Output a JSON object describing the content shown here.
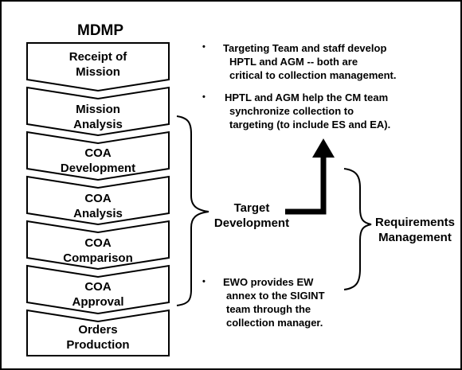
{
  "title": "MDMP",
  "steps": [
    {
      "line1": "Receipt of",
      "line2": "Mission"
    },
    {
      "line1": "Mission",
      "line2": "Analysis"
    },
    {
      "line1": "COA",
      "line2": "Development"
    },
    {
      "line1": "COA",
      "line2": "Analysis"
    },
    {
      "line1": "COA",
      "line2": "Comparison"
    },
    {
      "line1": "COA",
      "line2": "Approval"
    },
    {
      "line1": "Orders",
      "line2": "Production"
    }
  ],
  "notes": [
    {
      "line1": "Targeting Team and staff develop",
      "line2": "HPTL and AGM -- both are",
      "line3": "critical to collection management."
    },
    {
      "line1": "HPTL and AGM help the CM team",
      "line2": "synchronize collection to",
      "line3": "targeting (to include ES and EA)."
    },
    {
      "line1": "EWO provides EW",
      "line2": "annex to the SIGINT",
      "line3": "team through the",
      "line4": "collection manager."
    }
  ],
  "bullet_char": "•",
  "target_development": {
    "line1": "Target",
    "line2": "Development"
  },
  "requirements_management": {
    "line1": "Requirements",
    "line2": "Management"
  }
}
